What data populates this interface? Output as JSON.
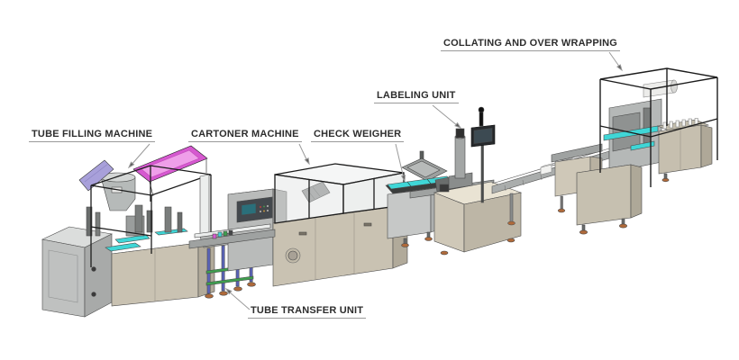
{
  "diagram_type": "production-line-overview",
  "labels": [
    {
      "id": "tube-filling-machine",
      "text": "TUBE FILLING MACHINE"
    },
    {
      "id": "cartoner-machine",
      "text": "CARTONER MACHINE"
    },
    {
      "id": "check-weigher",
      "text": "CHECK WEIGHER"
    },
    {
      "id": "labeling-unit",
      "text": "LABELING UNIT"
    },
    {
      "id": "collating-and-over-wrapping",
      "text": "COLLATING AND OVER WRAPPING"
    },
    {
      "id": "tube-transfer-unit",
      "text": "TUBE TRANSFER UNIT"
    }
  ],
  "colors": {
    "background": "#ffffff",
    "label_text": "#2d2d2d",
    "leader_line": "#9a9a9a",
    "machine_frame": "#1c1c1c",
    "cabinet_gray": "#c0c2c1",
    "cabinet_beige": "#c9c2b2",
    "accent_cyan": "#3fd6d6",
    "accent_magenta": "#d659d0",
    "accent_lavender": "#a8a0da",
    "foot_pad_orange": "#b06a3a"
  }
}
